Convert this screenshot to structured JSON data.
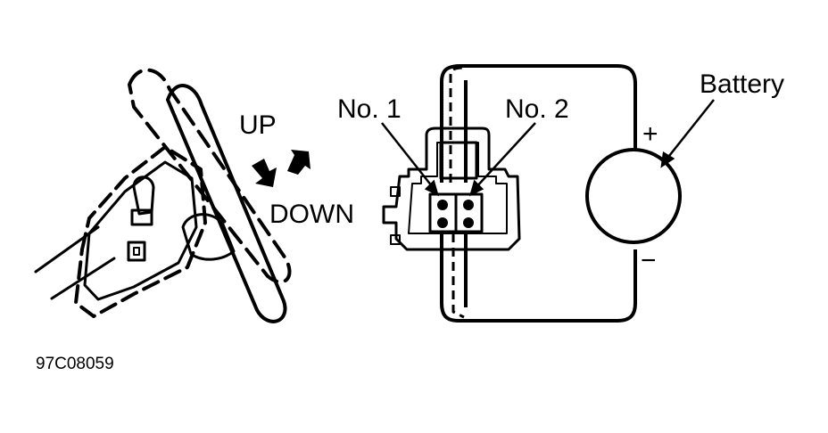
{
  "labels": {
    "up": "UP",
    "down": "DOWN",
    "connector_pin_1": "No. 1",
    "connector_pin_2": "No. 2",
    "battery": "Battery",
    "positive_terminal": "+",
    "negative_terminal": "−",
    "figure_code": "97C08059"
  },
  "colors": {
    "ink": "#000000",
    "paper": "#ffffff"
  }
}
